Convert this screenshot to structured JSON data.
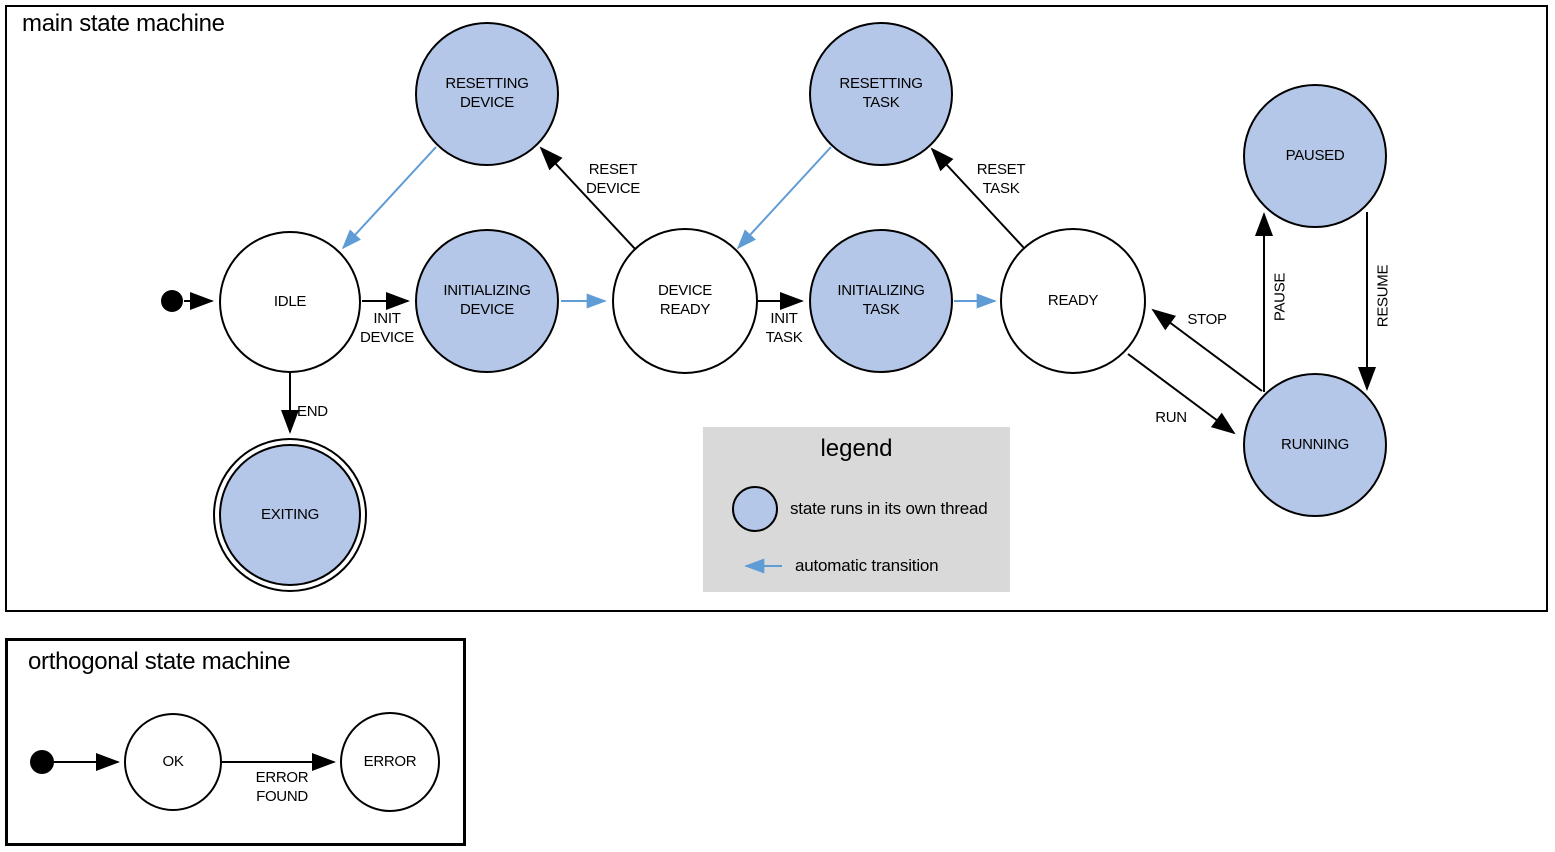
{
  "main_machine": {
    "title": "main state machine",
    "states": {
      "idle": "IDLE",
      "resetting_device": "RESETTING DEVICE",
      "initializing_device": "INITIALIZING DEVICE",
      "device_ready": "DEVICE READY",
      "resetting_task": "RESETTING TASK",
      "initializing_task": "INITIALIZING TASK",
      "ready": "READY",
      "paused": "PAUSED",
      "running": "RUNNING",
      "exiting": "EXITING"
    },
    "transitions": {
      "init_device": "INIT DEVICE",
      "reset_device": "RESET DEVICE",
      "init_task": "INIT TASK",
      "reset_task": "RESET TASK",
      "end": "END",
      "stop": "STOP",
      "run": "RUN",
      "pause": "PAUSE",
      "resume": "RESUME"
    }
  },
  "legend": {
    "title": "legend",
    "thread_note": "state runs in its own thread",
    "auto_note": "automatic transition"
  },
  "orthogonal_machine": {
    "title": "orthogonal state machine",
    "states": {
      "ok": "OK",
      "error": "ERROR"
    },
    "transitions": {
      "error_found": "ERROR FOUND"
    }
  },
  "colors": {
    "thread_state_fill": "#b5c7e8",
    "auto_transition": "#5f9bd5",
    "legend_bg": "#d9d9d9"
  }
}
